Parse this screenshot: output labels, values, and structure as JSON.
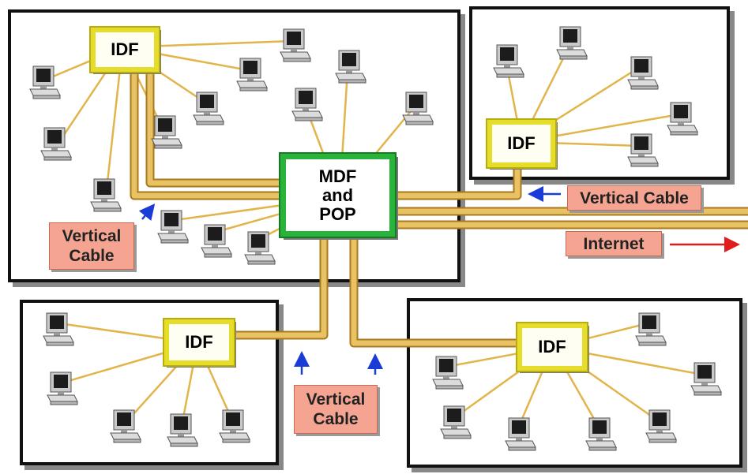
{
  "labels": {
    "idf": "IDF",
    "mdf_lines": [
      "MDF",
      "and",
      "POP"
    ],
    "vertical_cable_single": "Vertical Cable",
    "vertical_cable_lines": [
      "Vertical",
      "Cable"
    ],
    "internet": "Internet"
  },
  "colors": {
    "cable": "#e2b54b",
    "cable_dark": "#a8791f",
    "idf_border": "#e6dc2a",
    "mdf_border": "#29b33a",
    "tag_fill": "#f4a491",
    "arrow_blue": "#1a3cd6",
    "arrow_red": "#e01c1c"
  },
  "icons": [
    "computer-icon",
    "arrow-blue-icon",
    "arrow-red-icon"
  ]
}
